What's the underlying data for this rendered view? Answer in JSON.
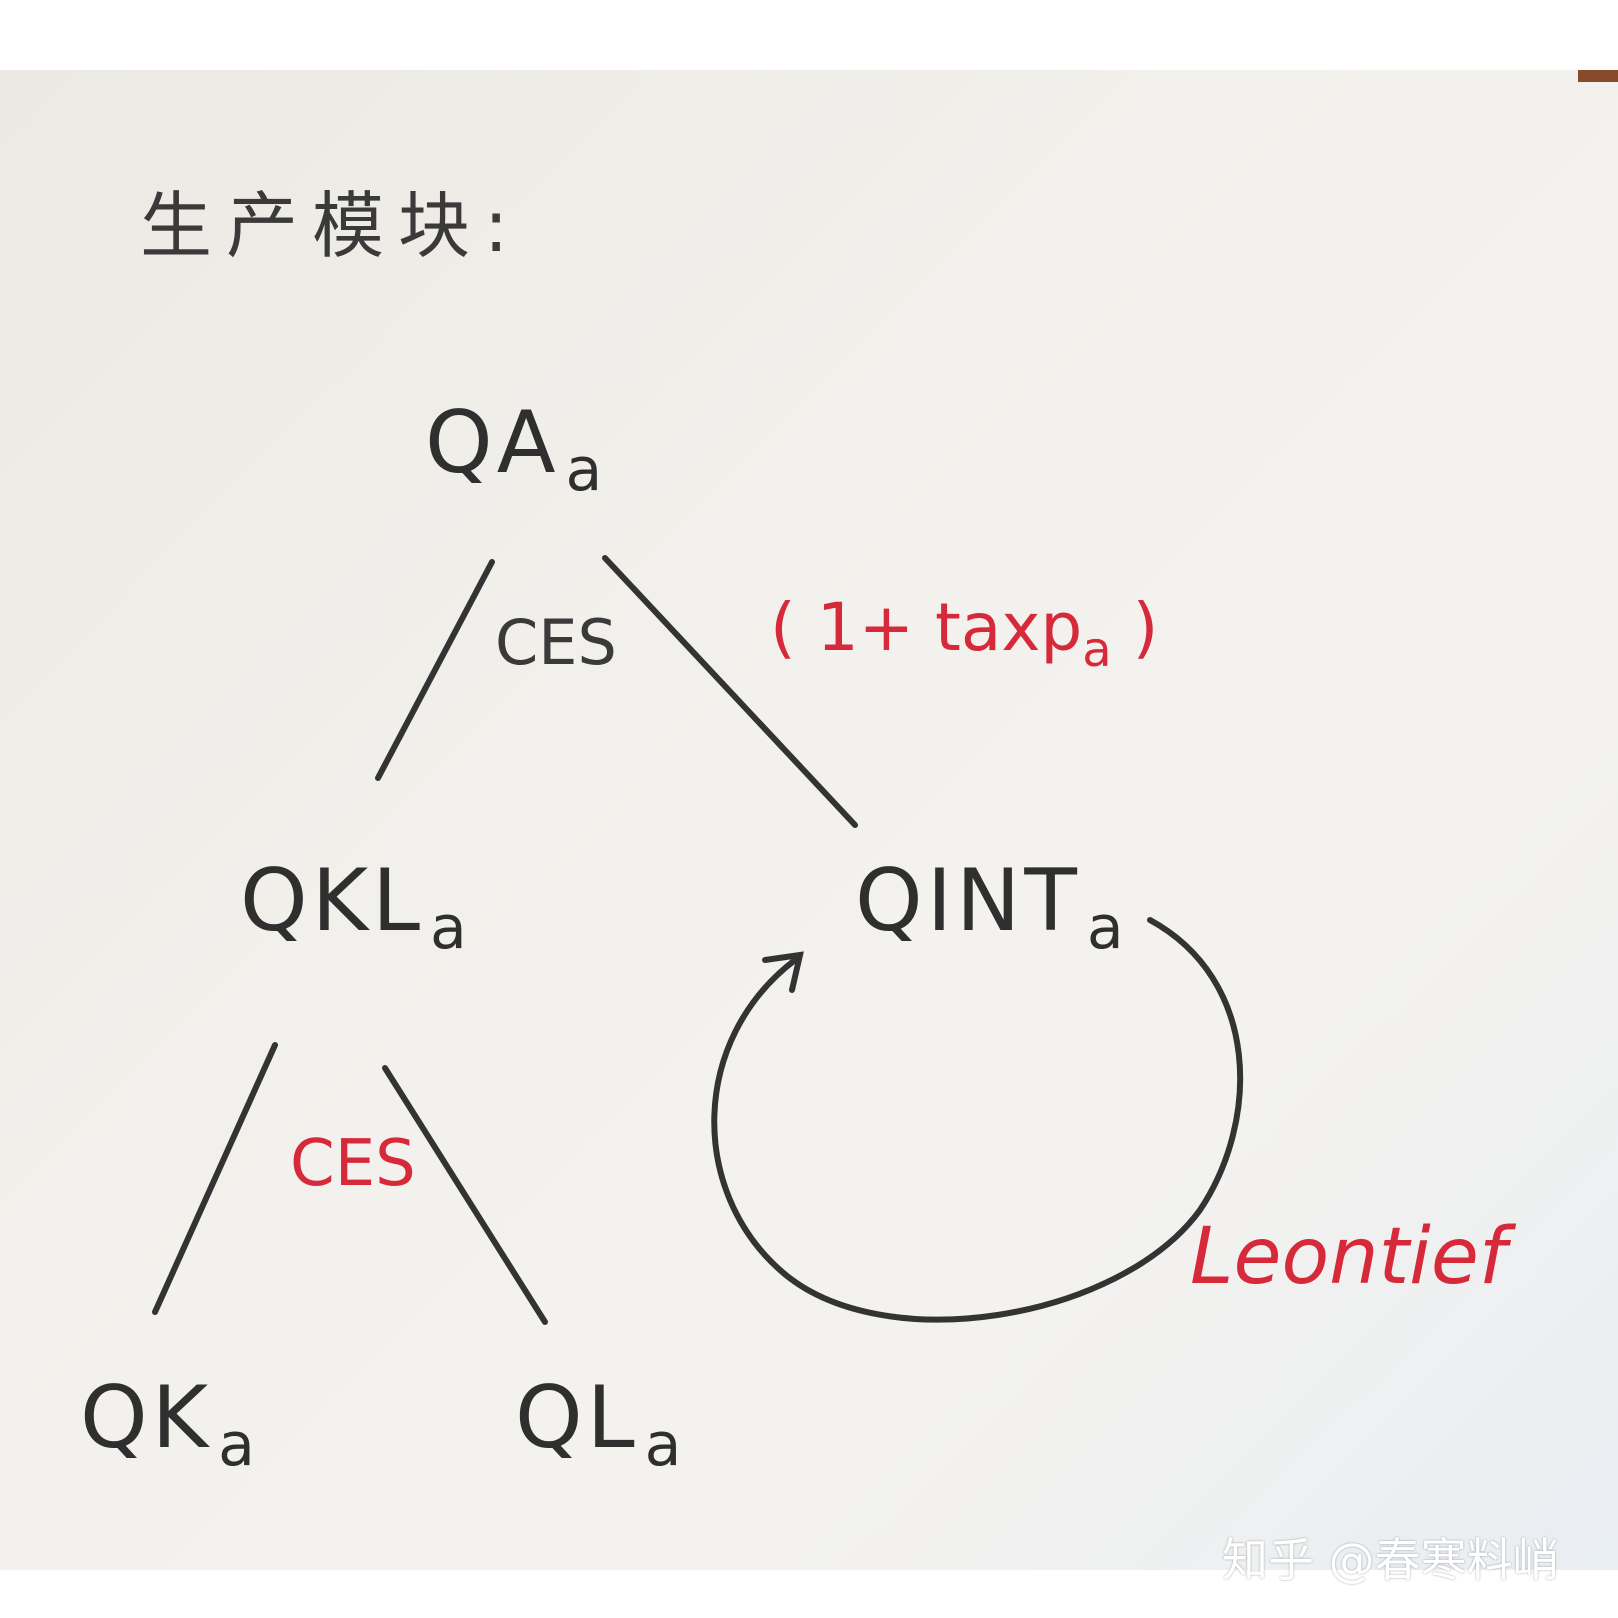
{
  "title": "生产模块:",
  "nodes": {
    "qa": {
      "main": "QA",
      "sub": "a"
    },
    "qkl": {
      "main": "QKL",
      "sub": "a"
    },
    "qint": {
      "main": "QINT",
      "sub": "a"
    },
    "qk": {
      "main": "QK",
      "sub": "a"
    },
    "ql": {
      "main": "QL",
      "sub": "a"
    }
  },
  "labels": {
    "ces_top": "CES",
    "tax": {
      "text": "( 1+ taxp",
      "sub": "a",
      "close": " )"
    },
    "ces_bottom": "CES",
    "leontief": "Leontief"
  },
  "watermark": "知乎 @春寒料峭",
  "colors": {
    "ink": "#2f2f2f",
    "red_ink": "#d62a3a"
  }
}
